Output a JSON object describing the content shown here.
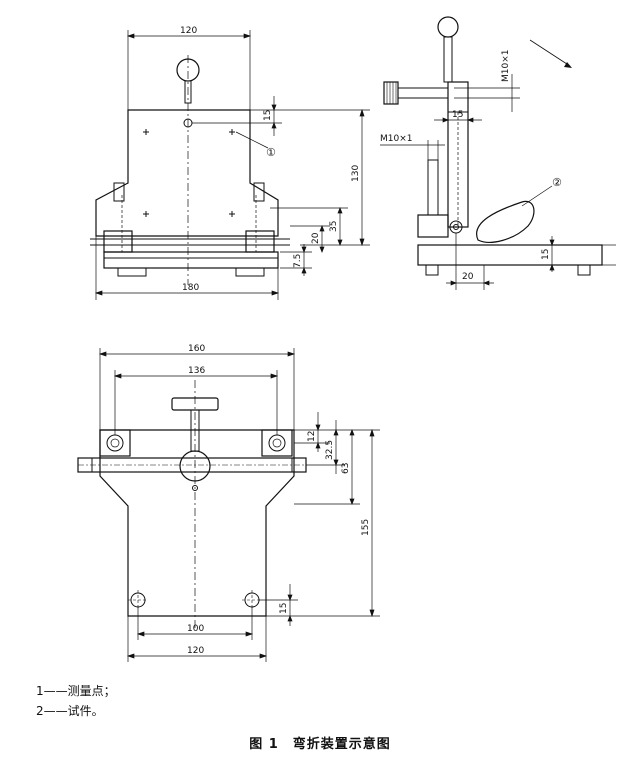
{
  "dimensions": {
    "front": {
      "width_top": "120",
      "width_bottom": "180",
      "height": "130",
      "hole_offset": "15",
      "d35": "35",
      "d20": "20",
      "d7_5": "7.5"
    },
    "side": {
      "thread_top": "M10×1",
      "thread_mid": "M10×1",
      "d15": "15",
      "d20": "20",
      "h15": "15"
    },
    "plan": {
      "w160": "160",
      "w136": "136",
      "d12": "12",
      "d32_5": "32.5",
      "d63": "63",
      "d155": "155",
      "d15": "15",
      "w100": "100",
      "w120": "120"
    }
  },
  "callouts": {
    "c1": "①",
    "c2": "②"
  },
  "legend": {
    "item1": "1——测量点；",
    "item2": "2——试件。"
  },
  "caption": "图 1　弯折装置示意图",
  "colors": {
    "line": "#111111",
    "background": "#ffffff"
  }
}
